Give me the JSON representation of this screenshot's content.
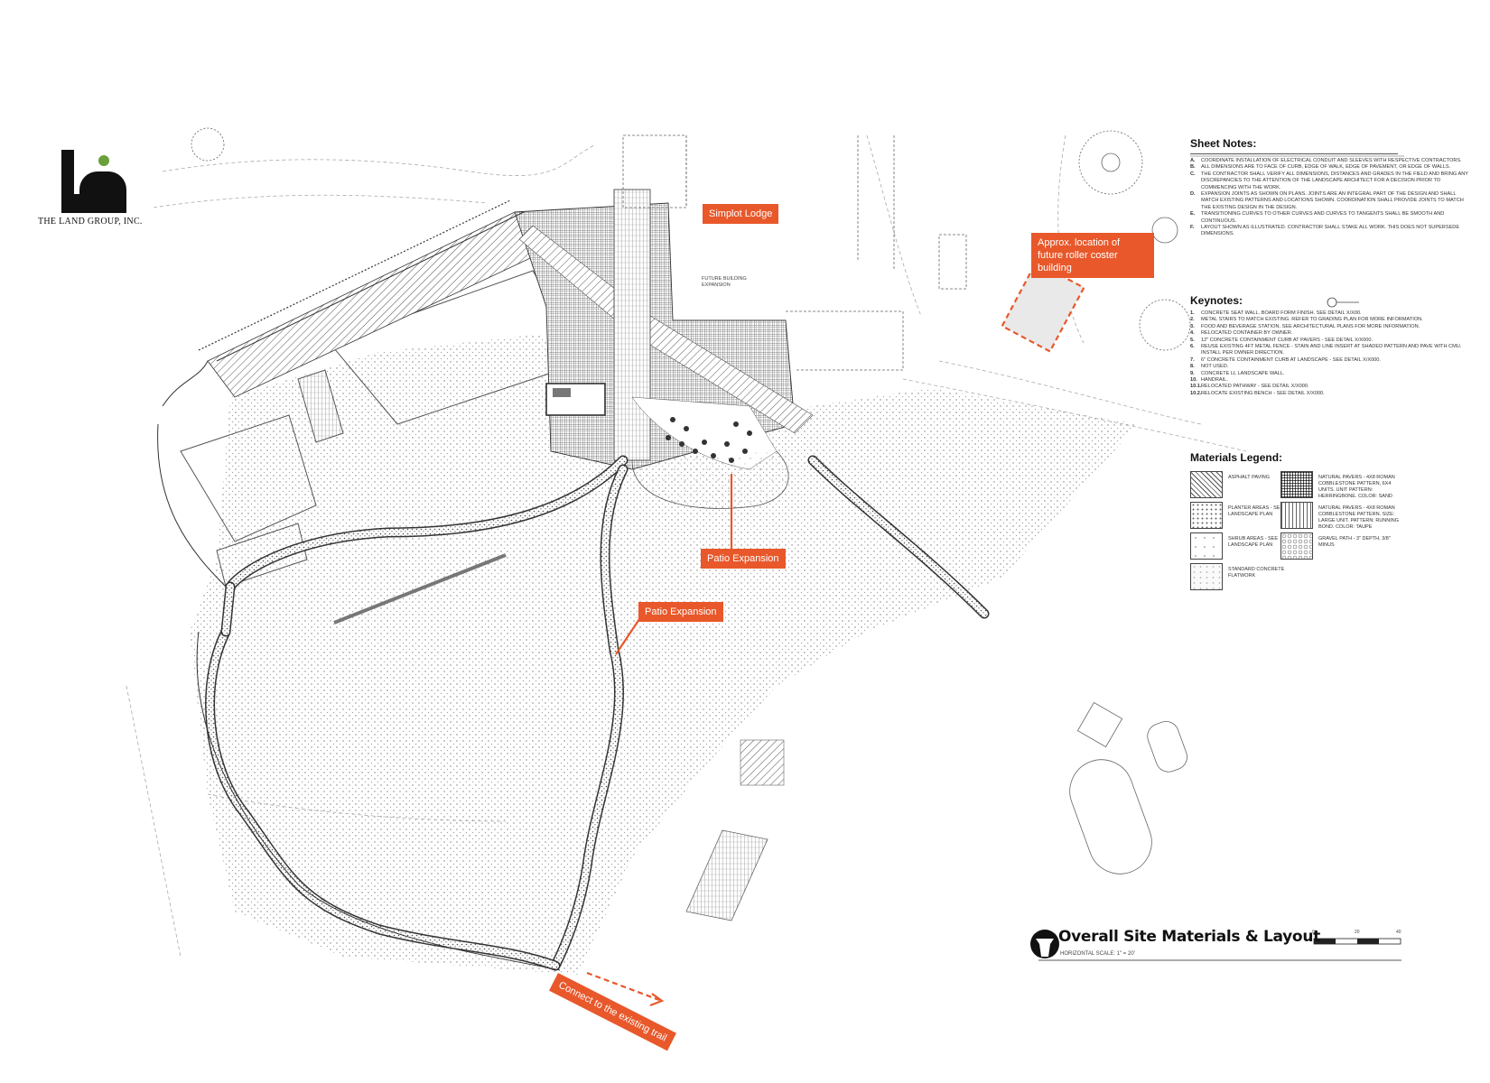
{
  "logo": {
    "company": "THE LAND GROUP, INC."
  },
  "callouts": {
    "simplot_lodge": "Simplot Lodge",
    "roller_coaster": "Approx. location of future roller coster building",
    "patio_expansion_1": "Patio Expansion",
    "patio_expansion_2": "Patio Expansion",
    "connect_trail": "Connect to the existing trail"
  },
  "plan_labels": {
    "future_building": "FUTURE BUILDING EXPANSION"
  },
  "sheet_notes": {
    "title": "Sheet Notes:",
    "items": [
      {
        "key": "A.",
        "text": "Coordinate installation of electrical conduit and sleeves with respective contractors."
      },
      {
        "key": "B.",
        "text": "All dimensions are to face of curb, edge of walk, edge of pavement, or edge of walls."
      },
      {
        "key": "C.",
        "text": "The contractor shall verify all dimensions, distances and grades in the field and bring any discrepancies to the attention of the landscape architect for a decision prior to commencing with the work."
      },
      {
        "key": "D.",
        "text": "Expansion joints as shown on plans. Joints are an integral part of the design and shall match existing patterns and locations shown. Coordination shall provide joints to match the existing design in the design."
      },
      {
        "key": "E.",
        "text": "Transitioning curves to other curves and curves to tangents shall be smooth and continuous."
      },
      {
        "key": "F.",
        "text": "Layout shown as illustrated. Contractor shall stake all work. This does not supersede dimensions."
      }
    ]
  },
  "keynotes": {
    "title": "Keynotes:",
    "items": [
      {
        "key": "1.",
        "text": "Concrete seat wall. Board form finish. See detail X/X00."
      },
      {
        "key": "2.",
        "text": "Metal stairs to match existing. Refer to grading plan for more information."
      },
      {
        "key": "3.",
        "text": "Food and beverage station. See architectural plans for more information."
      },
      {
        "key": "4.",
        "text": "Relocated container by owner."
      },
      {
        "key": "5.",
        "text": "12\" concrete containment curb at pavers - see detail X/X000."
      },
      {
        "key": "6.",
        "text": "Reuse existing 4ft metal fence - stain and line insert at shaded pattern and pave with cmu. Install per owner direction."
      },
      {
        "key": "7.",
        "text": "6\" concrete containment curb at landscape - see detail X/X000."
      },
      {
        "key": "8.",
        "text": "Not used."
      },
      {
        "key": "9.",
        "text": "Concrete ll landscape wall."
      },
      {
        "key": "10.",
        "text": "Handrail."
      },
      {
        "key": "10.1.",
        "text": "Relocated pathway - see detail X/X000."
      },
      {
        "key": "10.2.",
        "text": "Relocate existing bench - see detail X/X000."
      }
    ]
  },
  "materials_legend": {
    "title": "Materials Legend:",
    "items": [
      {
        "pattern": "diagonal",
        "label": "ASPHALT PAVING"
      },
      {
        "pattern": "dots",
        "label": "PLANTER AREAS - SEE LANDSCAPE PLAN"
      },
      {
        "pattern": "sparse-dots",
        "label": "SHRUB AREAS - SEE LANDSCAPE PLAN"
      },
      {
        "pattern": "concrete",
        "label": "STANDARD CONCRETE FLATWORK"
      },
      {
        "pattern": "crosshatch",
        "label": "NATURAL PAVERS - 4x8 ROMAN COBBLESTONE PATTERN, 6x4 UNITS. UNIT PATTERN: HERRINGBONE. COLOR: SAND"
      },
      {
        "pattern": "vertical",
        "label": "NATURAL PAVERS - 4x8 ROMAN COBBLESTONE PATTERN. SIZE: LARGE UNIT. PATTERN: RUNNING BOND. COLOR: TAUPE"
      },
      {
        "pattern": "circles",
        "label": "GRAVEL PATH - 3\" DEPTH, 3/8\" MINUS"
      }
    ]
  },
  "title_block": {
    "title": "Overall Site Materials & Layout",
    "scale": "HORIZONTAL SCALE: 1\" = 20'",
    "scale_marks": [
      "0",
      "20",
      "40"
    ]
  },
  "colors": {
    "accent": "#e8582a",
    "line": "#333333",
    "light_line": "#9a9a9a"
  }
}
